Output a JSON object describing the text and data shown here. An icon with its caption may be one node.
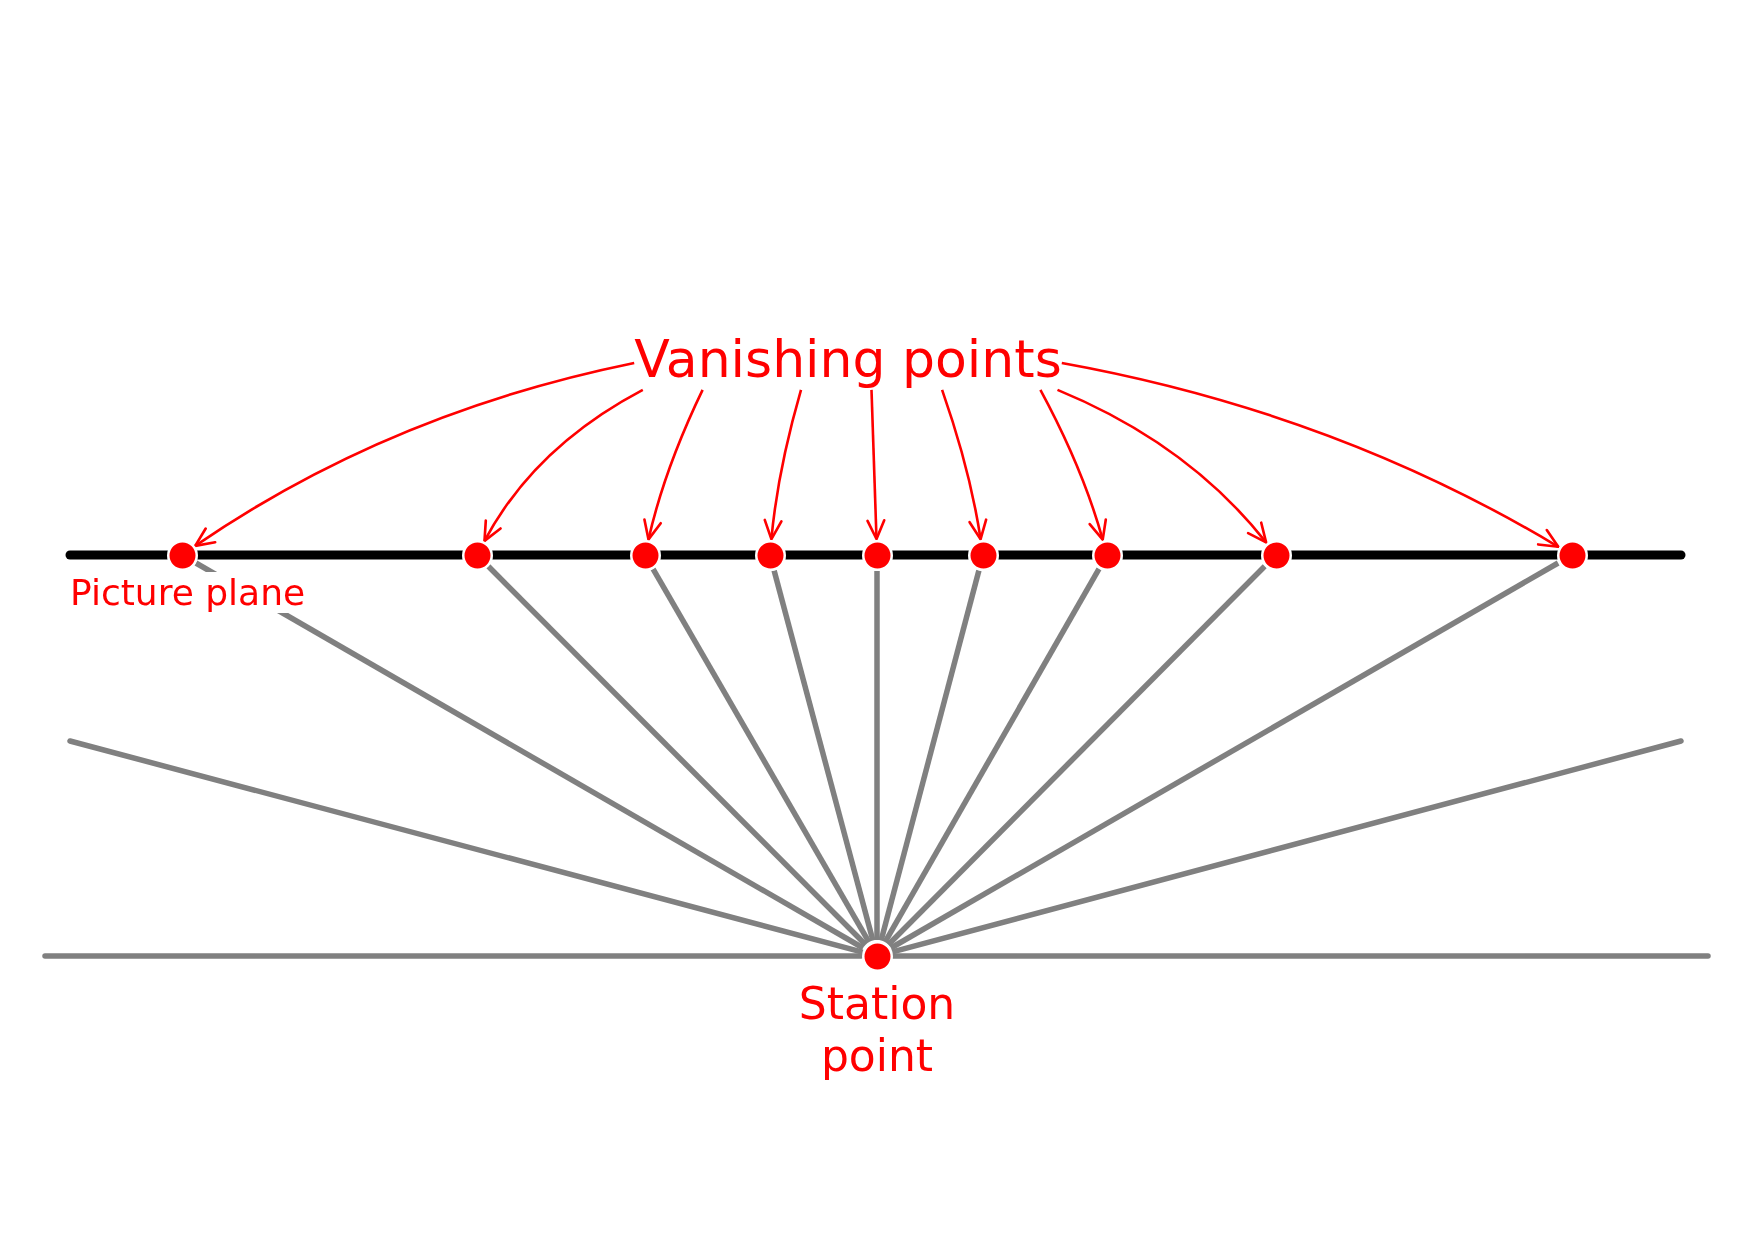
{
  "diagram": {
    "nodes": [
      {
        "text": [
          "Vanishing points"
        ]
      },
      {
        "text": [],
        "shape": "circle"
      },
      {
        "text": [],
        "shape": "circle"
      },
      {
        "text": [],
        "shape": "circle"
      },
      {
        "text": [],
        "shape": "circle"
      },
      {
        "text": [],
        "shape": "circle"
      },
      {
        "text": [],
        "shape": "circle"
      },
      {
        "text": [],
        "shape": "circle"
      },
      {
        "text": [],
        "shape": "circle"
      },
      {
        "text": [],
        "shape": "circle"
      },
      {
        "text": [],
        "shape": "circle",
        "beside": [
          "Station point"
        ]
      }
    ],
    "edges": [
      {
        "from": 0,
        "to": 1,
        "arrow": "to",
        "color": "#ff0000"
      },
      {
        "from": 0,
        "to": 2,
        "arrow": "to",
        "color": "#ff0000"
      },
      {
        "from": 0,
        "to": 3,
        "arrow": "to",
        "color": "#ff0000"
      },
      {
        "from": 0,
        "to": 4,
        "arrow": "to",
        "color": "#ff0000"
      },
      {
        "from": 0,
        "to": 5,
        "arrow": "to",
        "color": "#ff0000"
      },
      {
        "from": 0,
        "to": 6,
        "arrow": "to",
        "color": "#ff0000"
      },
      {
        "from": 0,
        "to": 7,
        "arrow": "to",
        "color": "#ff0000"
      },
      {
        "from": 0,
        "to": 8,
        "arrow": "to",
        "color": "#ff0000"
      },
      {
        "from": 0,
        "to": 9,
        "arrow": "to",
        "color": "#ff0000"
      },
      {
        "from": 10,
        "to": 1,
        "arrow": "none"
      },
      {
        "from": 10,
        "to": 2,
        "arrow": "none"
      },
      {
        "from": 10,
        "to": 3,
        "arrow": "none"
      },
      {
        "from": 10,
        "to": 4,
        "arrow": "none"
      },
      {
        "from": 10,
        "to": 5,
        "arrow": "none"
      },
      {
        "from": 10,
        "to": 6,
        "arrow": "none"
      },
      {
        "from": 10,
        "to": 7,
        "arrow": "none"
      },
      {
        "from": 10,
        "to": 8,
        "arrow": "none"
      },
      {
        "from": 10,
        "to": 9,
        "arrow": "none"
      },
      {
        "from": 10,
        "to": null,
        "arrow": "none"
      },
      {
        "from": 10,
        "to": null,
        "arrow": "none"
      },
      {
        "from": 10,
        "to": null,
        "arrow": "none"
      },
      {
        "from": 10,
        "to": null,
        "arrow": "none"
      }
    ],
    "labels": [
      "Picture plane"
    ]
  }
}
